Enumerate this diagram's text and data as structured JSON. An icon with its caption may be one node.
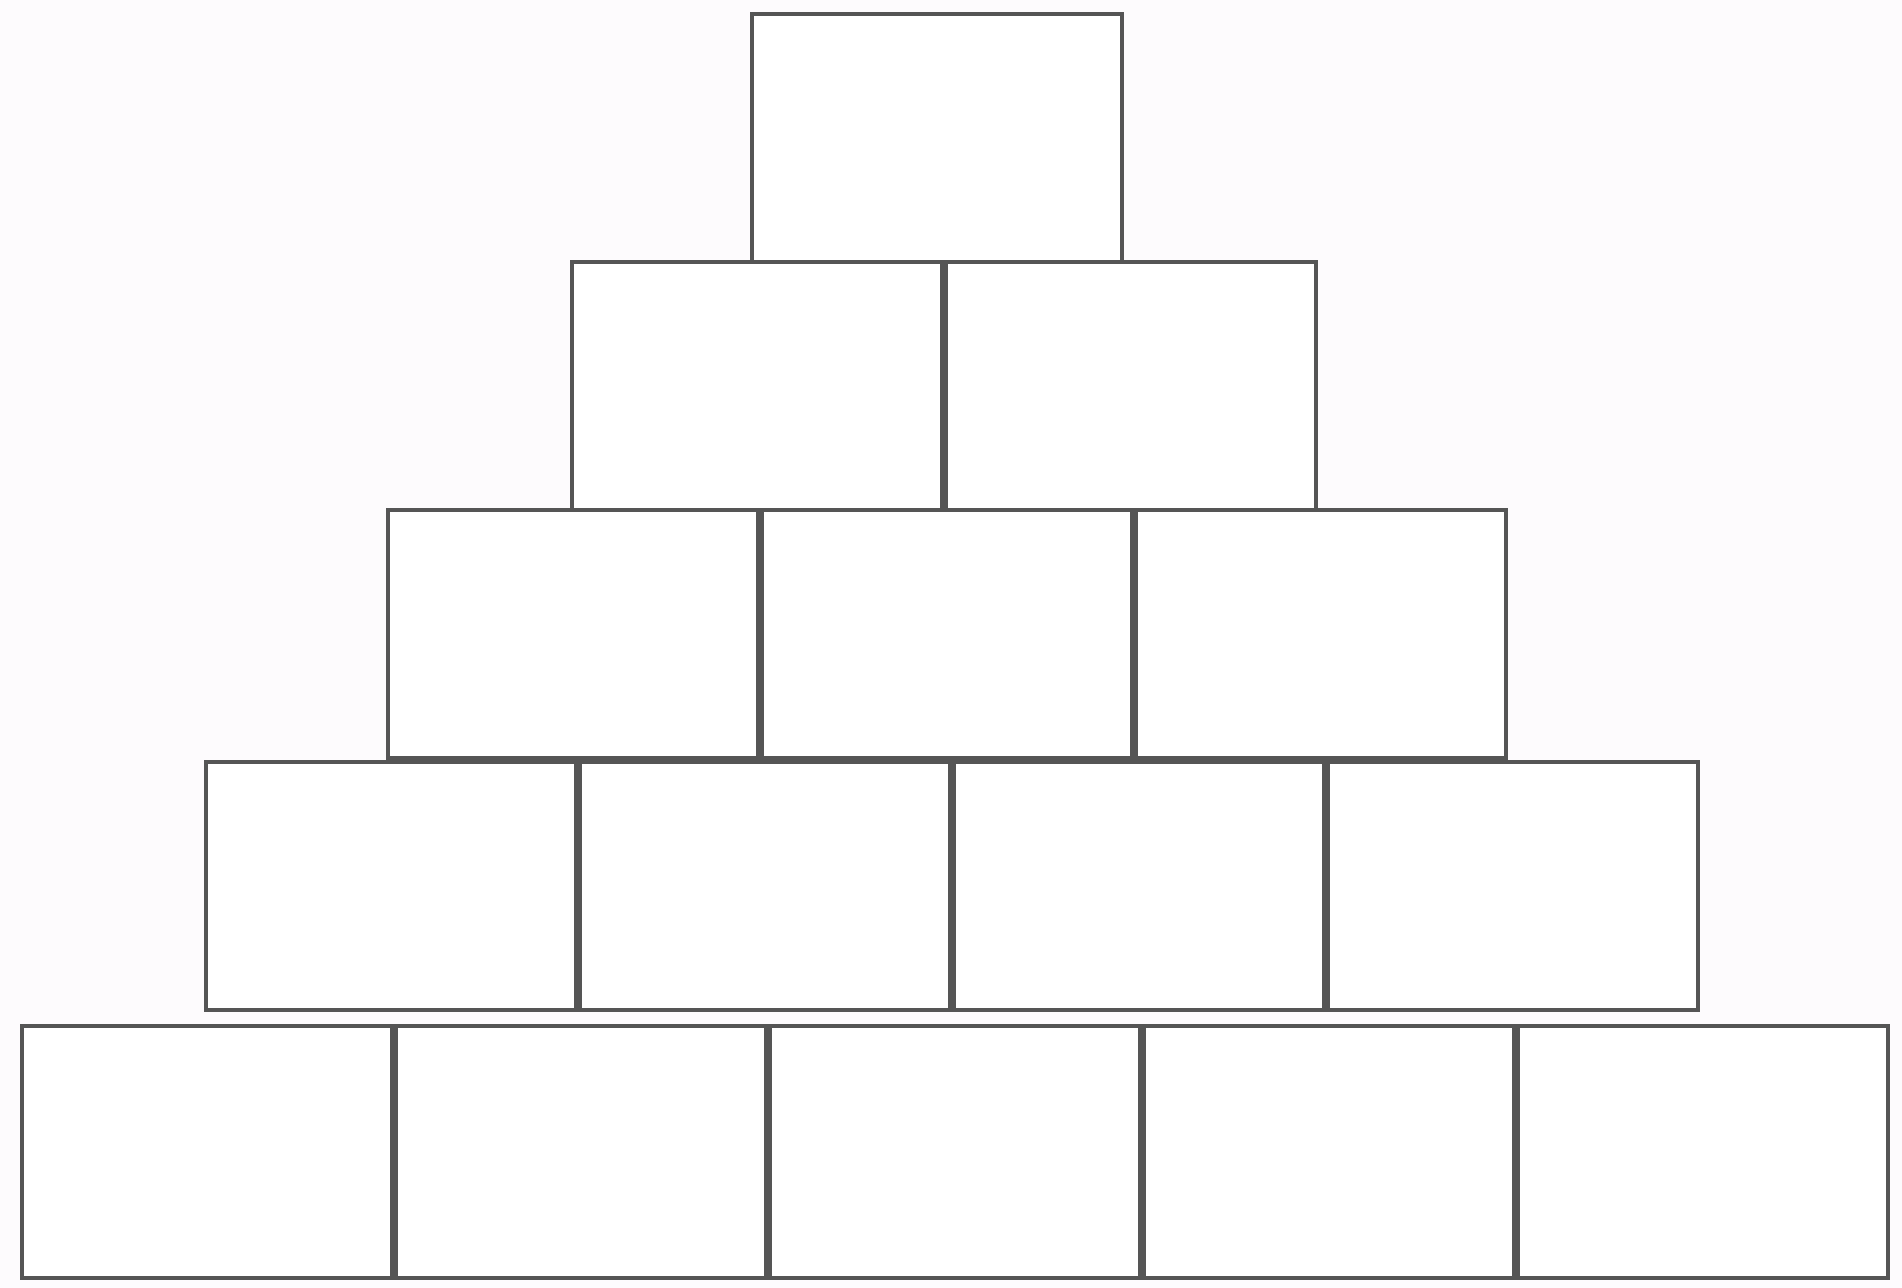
{
  "diagram": {
    "nodes": [
      {
        "text": [],
        "shape": "box"
      },
      {
        "text": [],
        "shape": "box"
      },
      {
        "text": [],
        "shape": "box"
      },
      {
        "text": [],
        "shape": "box"
      },
      {
        "text": [],
        "shape": "box"
      },
      {
        "text": [],
        "shape": "box"
      },
      {
        "text": [],
        "shape": "box"
      },
      {
        "text": [],
        "shape": "box"
      },
      {
        "text": [],
        "shape": "box"
      },
      {
        "text": [],
        "shape": "box"
      },
      {
        "text": [],
        "shape": "box"
      },
      {
        "text": [],
        "shape": "box"
      },
      {
        "text": [],
        "shape": "box"
      },
      {
        "text": [],
        "shape": "box"
      },
      {
        "text": [],
        "shape": "box"
      }
    ]
  }
}
